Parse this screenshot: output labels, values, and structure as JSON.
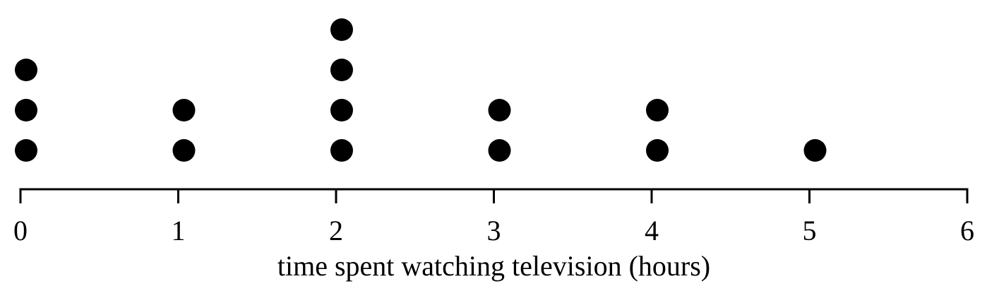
{
  "chart_data": {
    "type": "dot-plot",
    "xlabel": "time spent watching television (hours)",
    "xlim": [
      0,
      6
    ],
    "ticks": [
      "0",
      "1",
      "2",
      "3",
      "4",
      "5",
      "6"
    ],
    "categories": [
      0,
      1,
      2,
      3,
      4,
      5
    ],
    "values": [
      3,
      2,
      4,
      2,
      2,
      1
    ],
    "grid": false,
    "colors": {
      "dot": "#000000",
      "axis": "#000000"
    }
  }
}
